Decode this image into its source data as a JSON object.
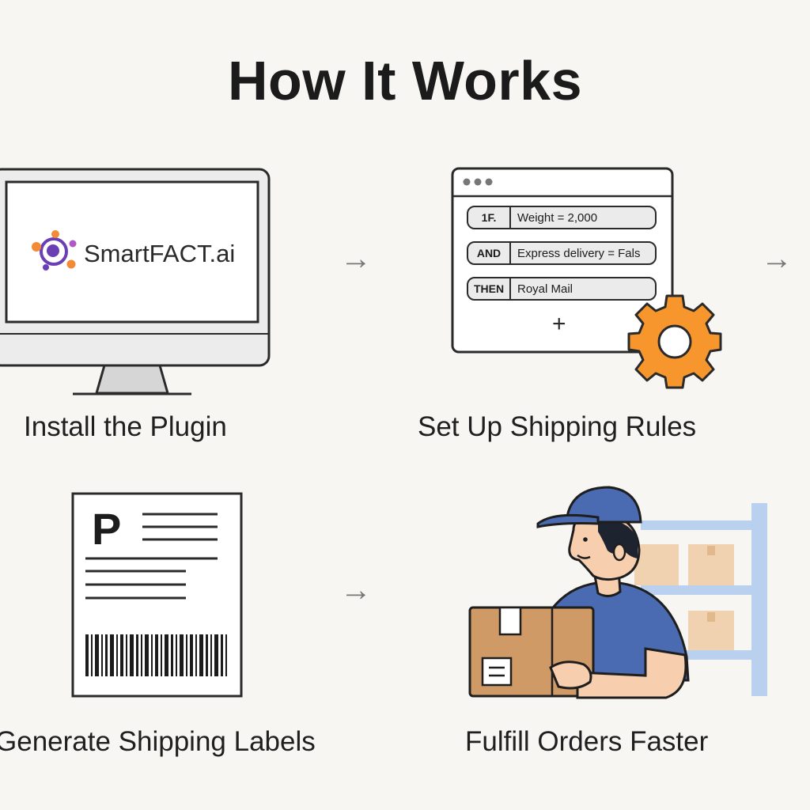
{
  "title": "How It Works",
  "steps": [
    {
      "label": "Install the Plugin"
    },
    {
      "label": "Set Up Shipping Rules"
    },
    {
      "label": "Generate Shipping Labels"
    },
    {
      "label": "Fulfill Orders Faster"
    }
  ],
  "logo": {
    "brand": "SmartFACT.ai"
  },
  "rules": [
    {
      "tag": "1F.",
      "text": "Weight = 2,000"
    },
    {
      "tag": "AND",
      "text": "Express delivery = Fals"
    },
    {
      "tag": "THEN",
      "text": "Royal Mail"
    }
  ],
  "add_symbol": "+",
  "label_letter": "P",
  "arrow_glyph": "→",
  "colors": {
    "accent_orange": "#f7962d",
    "brand_purple": "#6a3fb5",
    "shirt_blue": "#4a6bb2",
    "box_brown": "#cf9a66"
  }
}
